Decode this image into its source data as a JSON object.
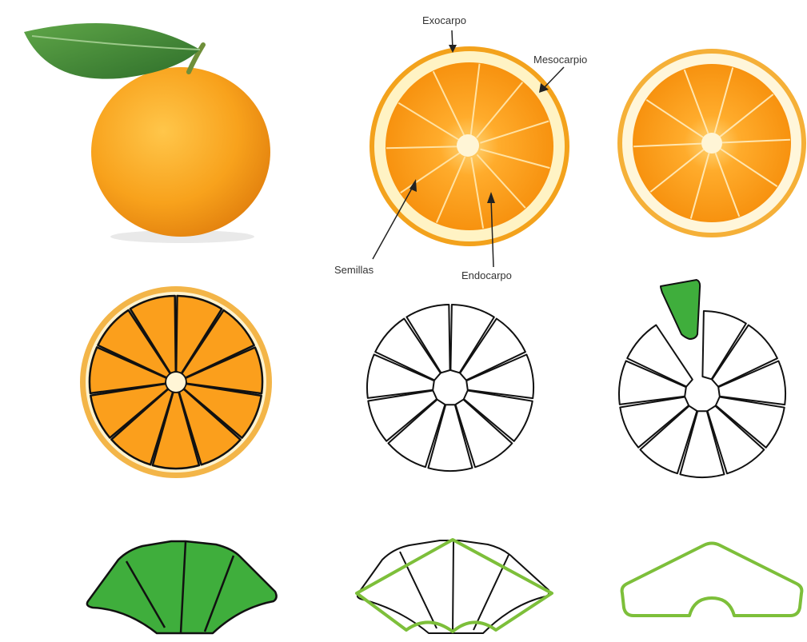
{
  "labels": {
    "exocarp": "Exocarpo",
    "mesocarp": "Mesocarpio",
    "seeds": "Semillas",
    "endocarp": "Endocarpo"
  },
  "colors": {
    "peel": "#f3a21c",
    "pith": "#fff3c4",
    "flesh": "#fb9a17",
    "leaf": "#3f8c36",
    "wedge_fill": "#3fae3c",
    "outline": "#111111",
    "accent_outline": "#7dbf3a"
  },
  "icons": [
    "whole-orange-with-leaf",
    "orange-cross-section",
    "segmented-orange",
    "segment-outline-diagram",
    "fan-of-segments",
    "rounded-diamond-outline"
  ]
}
